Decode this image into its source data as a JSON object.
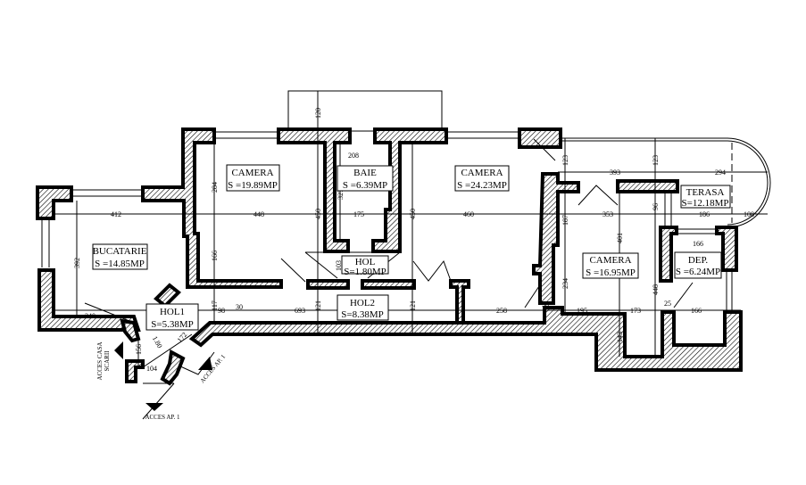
{
  "rooms": [
    {
      "name": "CAMERA",
      "area": "S =19.89MP"
    },
    {
      "name": "BAIE",
      "area": "S =6.39MP"
    },
    {
      "name": "CAMERA",
      "area": "S =24.23MP"
    },
    {
      "name": "TERASA",
      "area": "S=12.18MP"
    },
    {
      "name": "BUCATARIE",
      "area": "S =14.85MP"
    },
    {
      "name": "HOL",
      "area": "S=1.80MP"
    },
    {
      "name": "CAMERA",
      "area": "S =16.95MP"
    },
    {
      "name": "DEP.",
      "area": "S =6.24MP"
    },
    {
      "name": "HOL1",
      "area": "S=5.38MP"
    },
    {
      "name": "HOL2",
      "area": "S=8.38MP"
    }
  ],
  "dims": [
    "412",
    "448",
    "175",
    "460",
    "353",
    "186",
    "108",
    "393",
    "294",
    "120",
    "284",
    "166",
    "392",
    "450",
    "327",
    "450",
    "103",
    "117",
    "121",
    "121",
    "240",
    "98",
    "30",
    "693",
    "258",
    "30",
    "195",
    "173",
    "166",
    "166",
    "187",
    "401",
    "234",
    "448",
    "143",
    "123",
    "123",
    "96",
    "208",
    "156",
    "104",
    "1.80",
    "172",
    "25"
  ],
  "access": {
    "stairs": [
      "ACCES CASA",
      "SCARII"
    ],
    "ap1_side": "ACCES AP. 1",
    "ap1_bottom": "ACCES AP. 1"
  }
}
